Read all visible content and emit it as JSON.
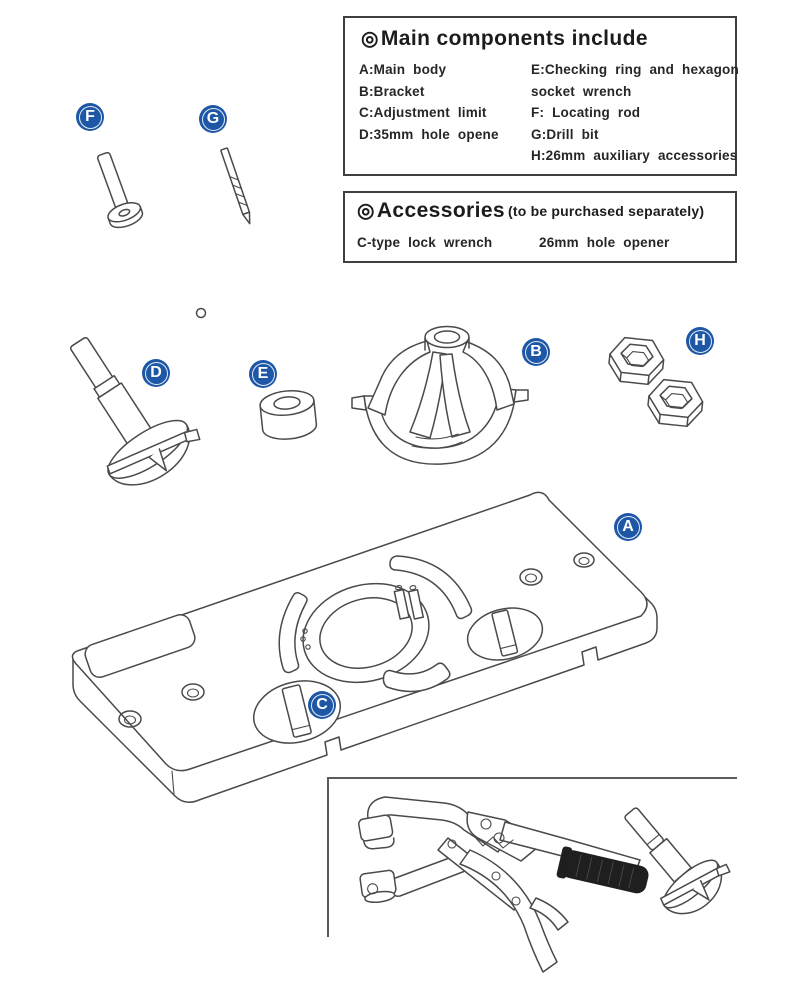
{
  "page": {
    "background": "#ffffff"
  },
  "colors": {
    "badge_blue": "#1d57a6",
    "line_art": "#4a4a4a",
    "box_border": "#3f3f3f"
  },
  "main_components_box": {
    "bullet": "◎",
    "title": "Main components include",
    "left_items": [
      "A:Main body",
      "B:Bracket",
      "C:Adjustment limit",
      "D:35mm hole opene"
    ],
    "right_items": [
      "E:Checking ring and hexagon",
      "socket wrench",
      "F: Locating rod",
      "G:Drill bit",
      "H:26mm auxiliary accessories"
    ]
  },
  "accessories_box": {
    "bullet": "◎",
    "title": "Accessories",
    "subtitle": "(to be purchased separately)",
    "item_left": "C-type lock wrench",
    "item_right": "26mm hole opener"
  },
  "part_labels": {
    "A": "A",
    "B": "B",
    "C": "C",
    "D": "D",
    "E": "E",
    "F": "F",
    "G": "G",
    "H": "H"
  }
}
